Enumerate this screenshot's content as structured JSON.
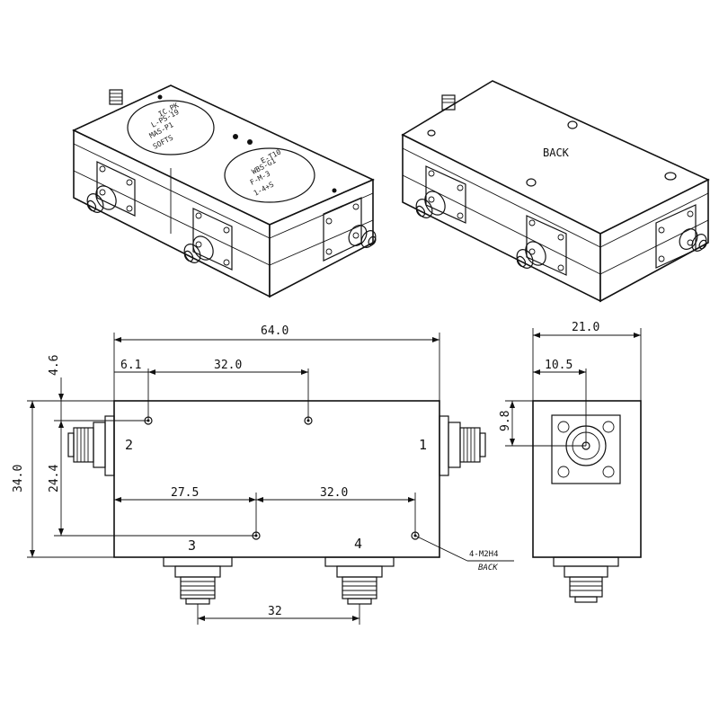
{
  "isometric": {
    "front_seal_1_lines": [
      "IC.PK",
      "L-PS-19",
      "MAS-P1",
      "SOFTS"
    ],
    "front_seal_2_lines": [
      "E-T10",
      "WBS-G1",
      "F-M-3",
      "1-4+S"
    ],
    "back_label": "BACK"
  },
  "top_view": {
    "dim_length": "64.0",
    "dim_hole_offset": "6.1",
    "dim_hole_spacing_top": "32.0",
    "dim_top_margin": "4.6",
    "dim_height": "34.0",
    "dim_hole_vertical": "24.4",
    "dim_lower_offset": "27.5",
    "dim_hole_spacing_bottom": "32.0",
    "dim_connector_spacing": "32",
    "port_1": "1",
    "port_2": "2",
    "port_3": "3",
    "port_4": "4",
    "hole_callout": "4-M2H4",
    "hole_callout_note": "BACK"
  },
  "side_view": {
    "dim_width": "21.0",
    "dim_center_x": "10.5",
    "dim_center_y": "9.8"
  }
}
